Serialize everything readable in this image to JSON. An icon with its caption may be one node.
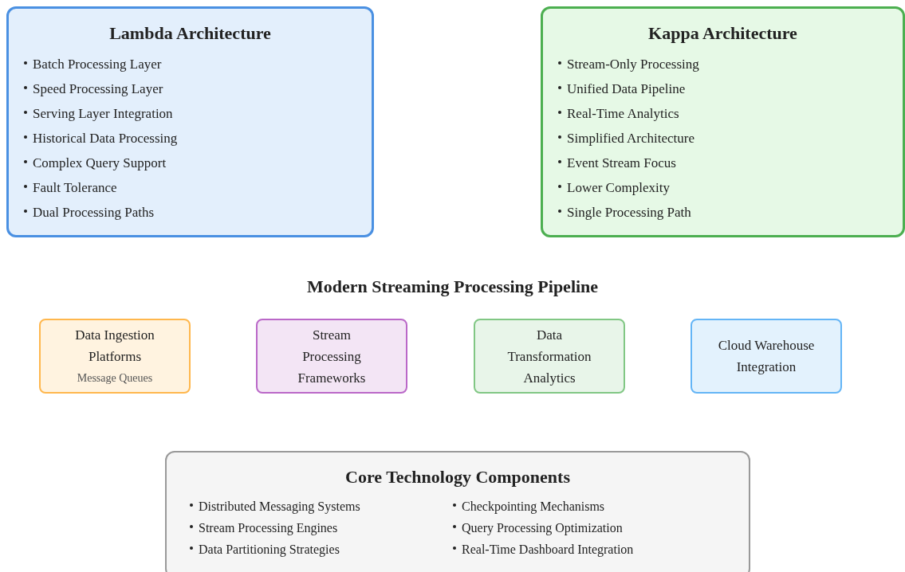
{
  "diagram": {
    "nodes": [
      {
        "text": [
          "Lambda Architecture",
          "Batch Processing Layer",
          "Speed Processing Layer",
          "Serving Layer Integration",
          "Historical Data Processing",
          "Complex Query Support",
          "Fault Tolerance",
          "Dual Processing Paths"
        ]
      },
      {
        "text": [
          "Kappa Architecture",
          "Stream-Only Processing",
          "Unified Data Pipeline",
          "Real-Time Analytics",
          "Simplified Architecture",
          "Event Stream Focus",
          "Lower Complexity",
          "Single Processing Path"
        ]
      },
      {
        "text": [
          "Data Ingestion Platforms",
          "Message Queues"
        ]
      },
      {
        "text": [
          "Stream Processing Frameworks"
        ]
      },
      {
        "text": [
          "Data Transformation Analytics"
        ]
      },
      {
        "text": [
          "Cloud Warehouse Integration"
        ]
      },
      {
        "text": [
          "Core Technology Components",
          "Distributed Messaging Systems",
          "Stream Processing Engines",
          "Data Partitioning Strategies",
          "Checkpointing Mechanisms",
          "Query Processing Optimization",
          "Real-Time Dashboard Integration"
        ]
      }
    ],
    "edges": [],
    "labels": [
      "Modern Streaming Processing Pipeline"
    ]
  }
}
